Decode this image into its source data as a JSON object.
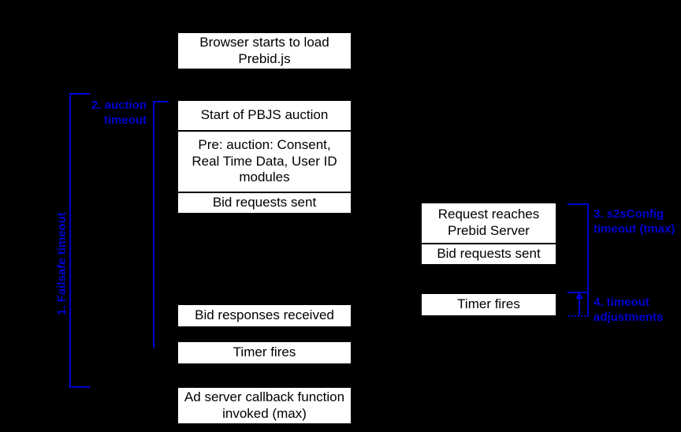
{
  "diagram": {
    "title": "Prebid timeout flow diagram",
    "colors": {
      "background": "#000000",
      "box_fill": "#ffffff",
      "box_text": "#000000",
      "annotation": "#0000d0"
    },
    "left_column": {
      "boxes": [
        {
          "id": "browser-load",
          "text": "Browser starts to load Prebid.js"
        },
        {
          "id": "start-auction",
          "text": "Start of PBJS auction"
        },
        {
          "id": "pre-auction",
          "text": "Pre: auction: Consent, Real Time Data, User ID modules"
        },
        {
          "id": "bid-requests-sent",
          "text": "Bid requests sent"
        },
        {
          "id": "bid-responses-received",
          "text": "Bid responses received"
        },
        {
          "id": "timer-fires",
          "text": "Timer fires"
        },
        {
          "id": "ad-server-callback",
          "text": "Ad server callback function invoked (max)"
        }
      ]
    },
    "right_column": {
      "boxes": [
        {
          "id": "request-reaches-pbs",
          "text": "Request reaches Prebid Server"
        },
        {
          "id": "pbs-bid-requests-sent",
          "text": "Bid requests sent"
        },
        {
          "id": "pbs-timer-fires",
          "text": "Timer fires"
        }
      ]
    },
    "annotations": [
      {
        "id": "failsafe-timeout",
        "text": "1. Failsafe timeout",
        "orientation": "vertical"
      },
      {
        "id": "auction-timeout",
        "text": "2. auction\ntimeout",
        "orientation": "horizontal"
      },
      {
        "id": "s2sconfig-timeout",
        "text": "3. s2sConfig\ntimeout (tmax)",
        "orientation": "horizontal"
      },
      {
        "id": "timeout-adjustments",
        "text": "4. timeout\nadjustments",
        "orientation": "horizontal"
      }
    ]
  }
}
